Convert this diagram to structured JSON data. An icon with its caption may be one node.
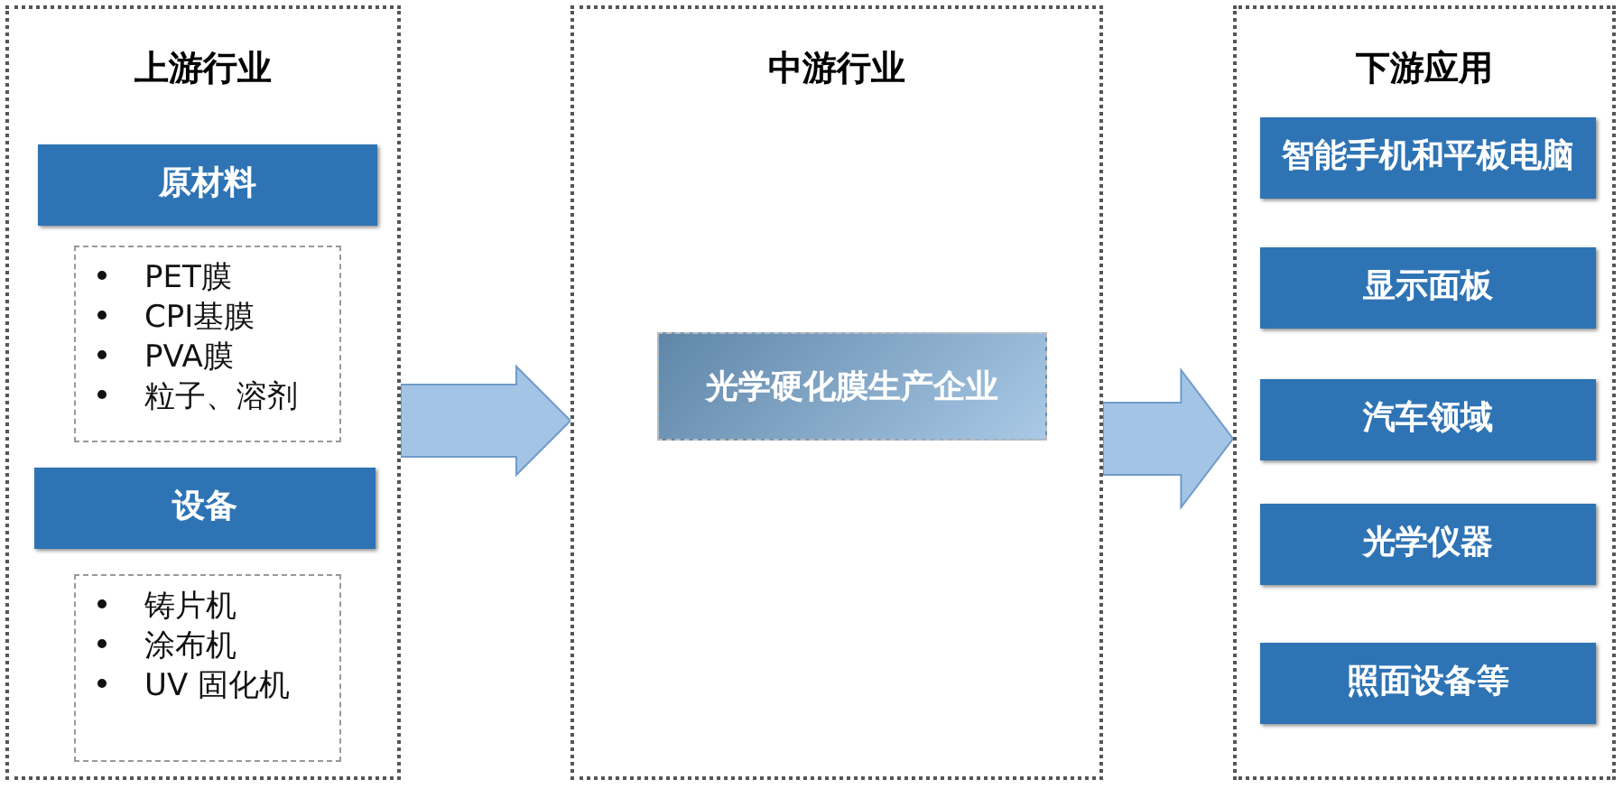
{
  "diagram": {
    "nodes": [
      {
        "text": [
          "上游行业"
        ]
      },
      {
        "text": [
          "原材料"
        ],
        "in": 0
      },
      {
        "text": [
          "PET膜",
          "CPI基膜",
          "PVA膜",
          "粒子、溶剂"
        ],
        "in": 0
      },
      {
        "text": [
          "设备"
        ],
        "in": 0
      },
      {
        "text": [
          "铸片机",
          "涂布机",
          "UV 固化机"
        ],
        "in": 0
      },
      {
        "text": [
          "中游行业"
        ]
      },
      {
        "text": [
          "光学硬化膜生产企业"
        ],
        "in": 5
      },
      {
        "text": [
          "下游应用"
        ]
      },
      {
        "text": [
          "智能手机和平板电脑"
        ],
        "in": 7
      },
      {
        "text": [
          "显示面板"
        ],
        "in": 7
      },
      {
        "text": [
          "汽车领域"
        ],
        "in": 7
      },
      {
        "text": [
          "光学仪器"
        ],
        "in": 7
      },
      {
        "text": [
          "照面设备等"
        ],
        "in": 7
      }
    ],
    "edges": [
      {
        "from": 0,
        "to": 5,
        "arrow": "to"
      },
      {
        "from": 5,
        "to": 7,
        "arrow": "to"
      }
    ]
  }
}
